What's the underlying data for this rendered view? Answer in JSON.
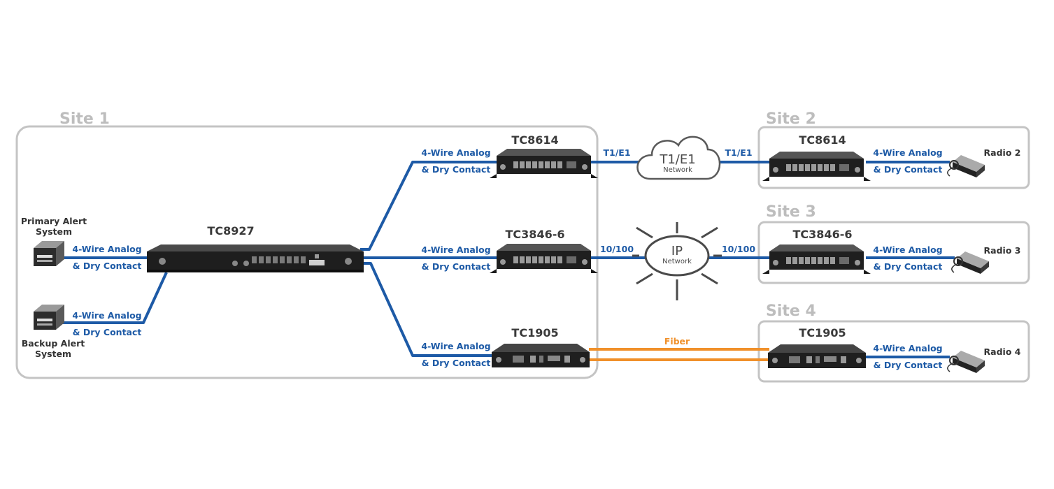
{
  "sites": {
    "site1": "Site 1",
    "site2": "Site 2",
    "site3": "Site 3",
    "site4": "Site 4"
  },
  "devices": {
    "tc8927": "TC8927",
    "site1_tc8614": "TC8614",
    "site1_tc3846": "TC3846-6",
    "site1_tc1905": "TC1905",
    "site2_tc8614": "TC8614",
    "site3_tc3846": "TC3846-6",
    "site4_tc1905": "TC1905"
  },
  "alerts": {
    "primary_line1": "Primary Alert",
    "primary_line2": "System",
    "backup_line1": "Backup Alert",
    "backup_line2": "System"
  },
  "radios": {
    "radio2": "Radio 2",
    "radio3": "Radio 3",
    "radio4": "Radio 4"
  },
  "link_labels": {
    "four_wire": "4-Wire Analog",
    "dry_contact": "& Dry Contact",
    "t1e1": "T1/E1",
    "eth": "10/100",
    "fiber": "Fiber"
  },
  "networks": {
    "t1e1_title": "T1/E1",
    "t1e1_sub": "Network",
    "ip_title": "IP",
    "ip_sub": "Network"
  },
  "colors": {
    "analog_link": "#1d5aa6",
    "fiber_link": "#f0902a",
    "site_border": "#c4c4c4",
    "site_title": "#bdbdbd"
  }
}
